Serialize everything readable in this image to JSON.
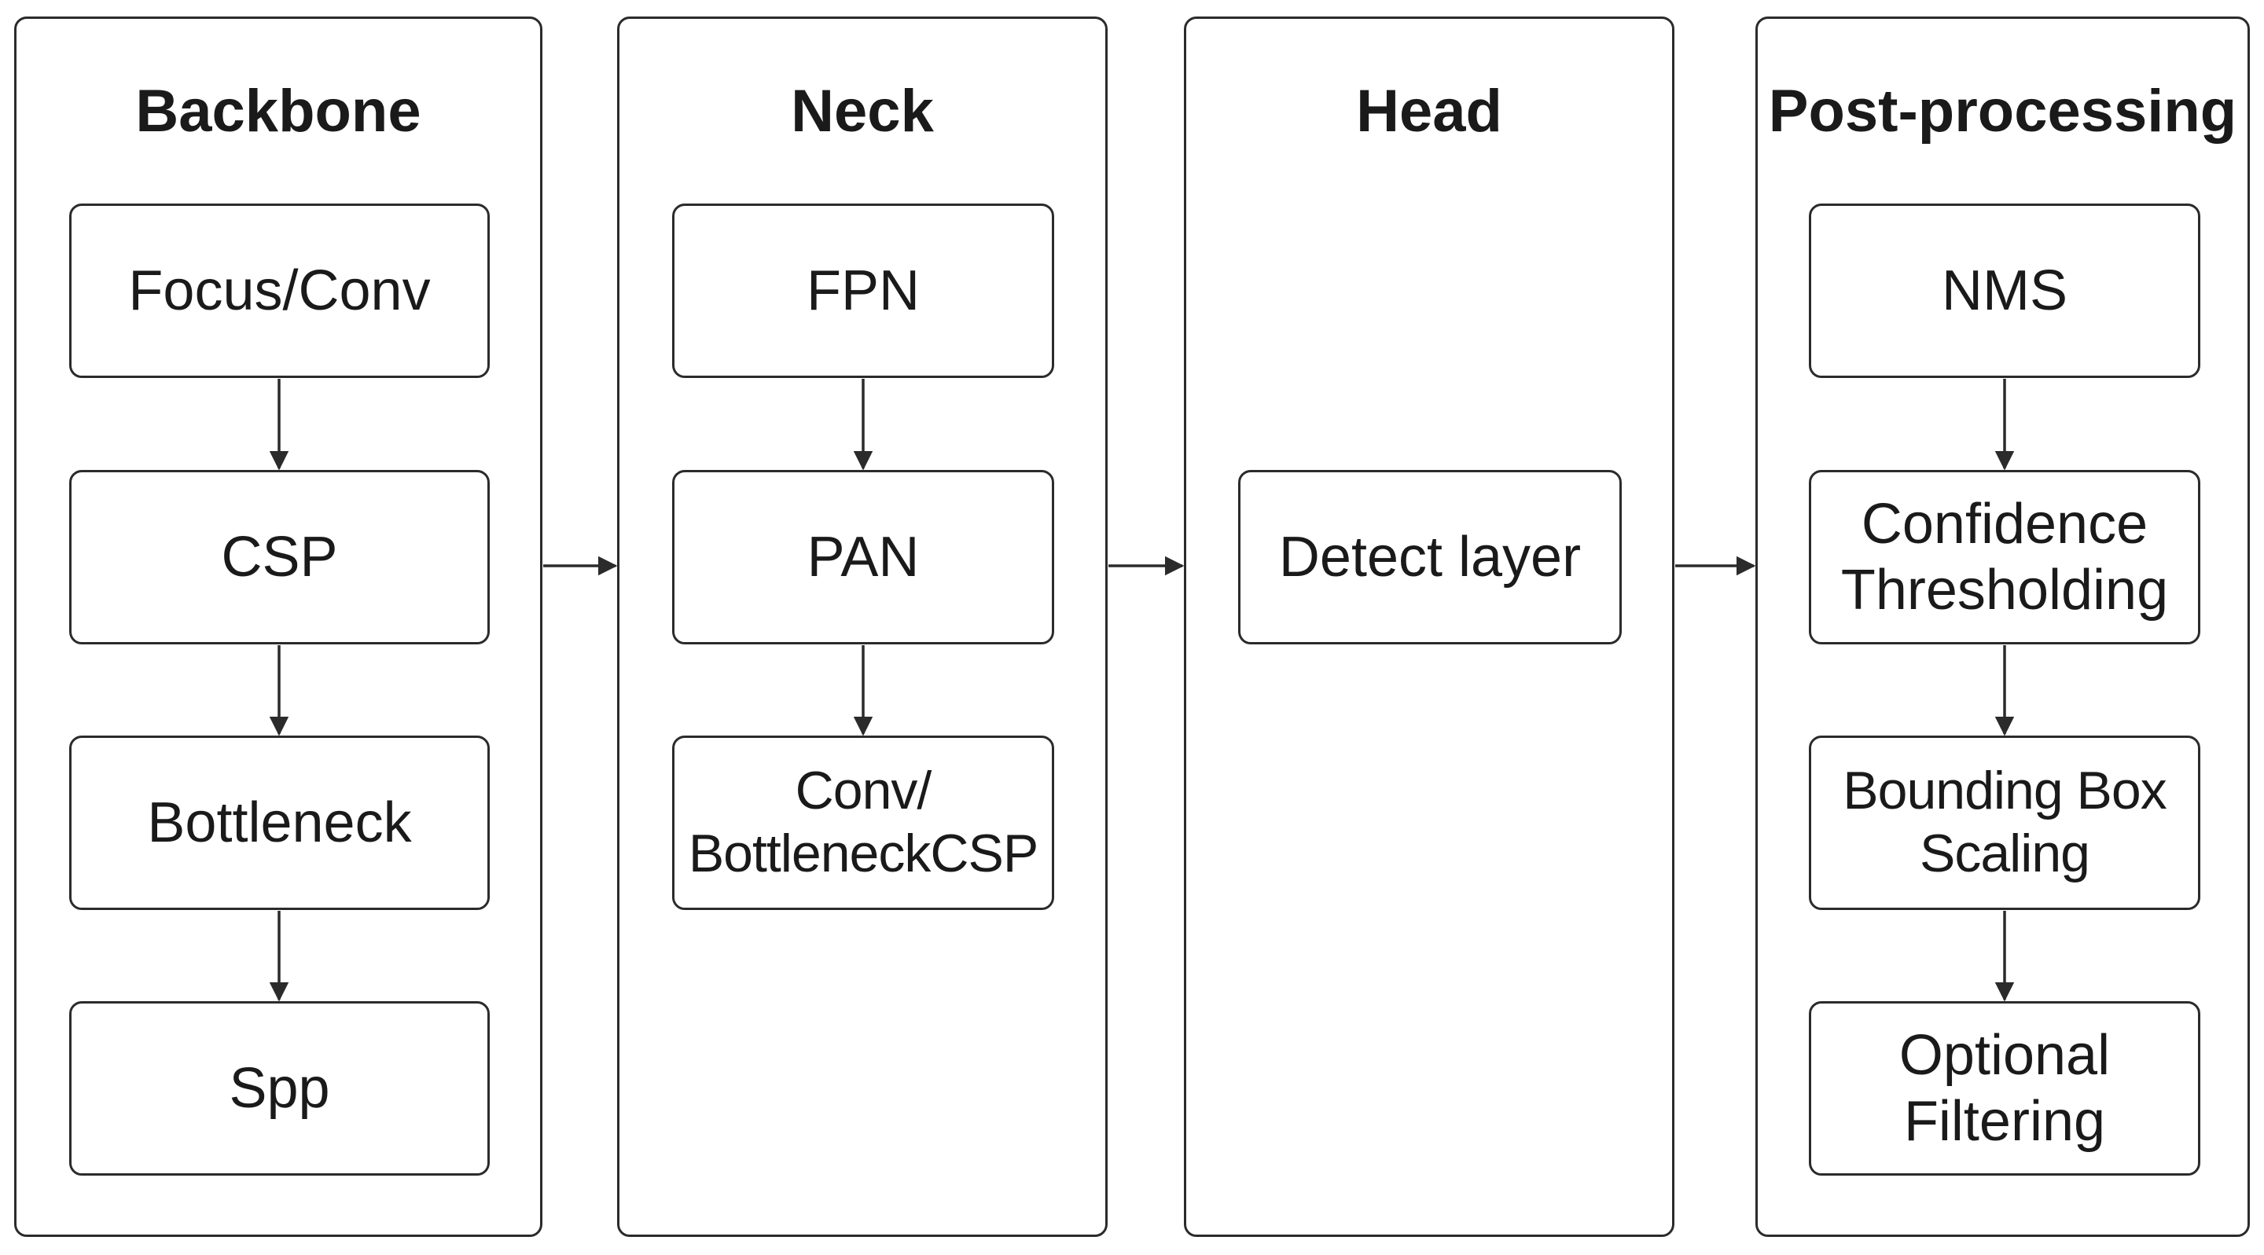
{
  "diagram": {
    "panels": [
      {
        "id": "backbone",
        "title": "Backbone",
        "nodes": [
          "Focus/Conv",
          "CSP",
          "Bottleneck",
          "Spp"
        ]
      },
      {
        "id": "neck",
        "title": "Neck",
        "nodes": [
          "FPN",
          "PAN",
          "Conv/\nBottleneckCSP"
        ]
      },
      {
        "id": "head",
        "title": "Head",
        "nodes": [
          "Detect layer"
        ]
      },
      {
        "id": "postprocessing",
        "title": "Post-processing",
        "nodes": [
          "NMS",
          "Confidence\nThresholding",
          "Bounding Box\nScaling",
          "Optional\nFiltering"
        ]
      }
    ],
    "colors": {
      "stroke": "#2b2b2b",
      "text": "#1a1a1a",
      "background": "#ffffff"
    }
  }
}
